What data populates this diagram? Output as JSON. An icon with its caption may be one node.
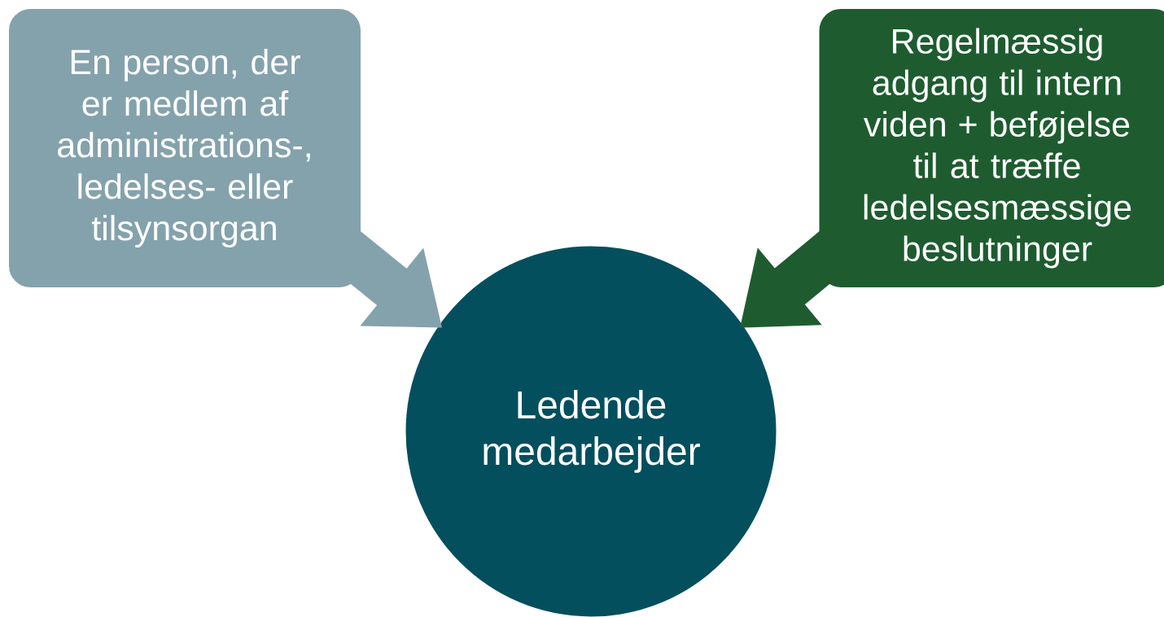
{
  "diagram": {
    "nodes": [
      {
        "text": [
          "En person, der er medlem af administrations-, ledelses- eller tilsynsorgan"
        ]
      },
      {
        "text": [
          "Regelmæssig adgang til intern viden + beføjelse til at træffe ledelsesmæssige beslutninger"
        ]
      },
      {
        "text": [
          "Ledende medarbejder"
        ]
      }
    ],
    "edges": [
      {
        "from": 0,
        "to": 2,
        "arrow": "to",
        "color": "#84a2ac"
      },
      {
        "from": 1,
        "to": 2,
        "arrow": "to",
        "color": "#1e5c30"
      }
    ]
  }
}
